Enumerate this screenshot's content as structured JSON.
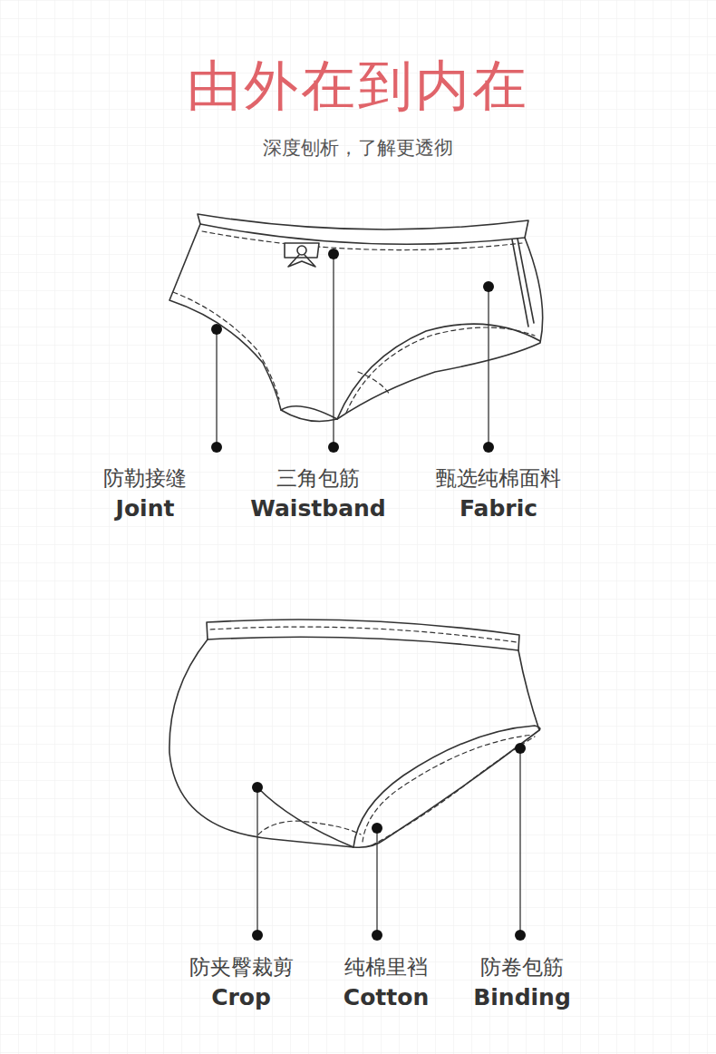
{
  "diagram": {
    "title": "由外在到内在",
    "labels": [
      "深度刨析，了解更透彻",
      "防勒接缝",
      "Joint",
      "三角包筋",
      "Waistband",
      "甄选纯棉面料",
      "Fabric",
      "防夹臀裁剪",
      "Crop",
      "纯棉里裆",
      "Cotton",
      "防卷包筋",
      "Binding"
    ]
  }
}
